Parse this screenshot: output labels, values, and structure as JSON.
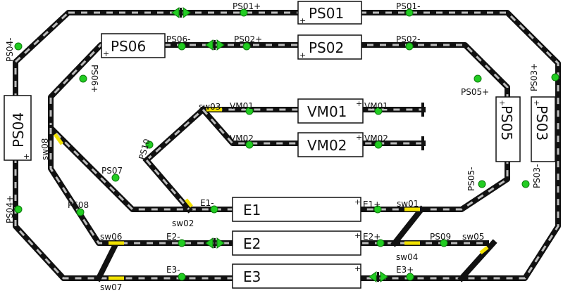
{
  "blocks": {
    "PS01": {
      "name": "PS01",
      "plus": "+"
    },
    "PS02": {
      "name": "PS02",
      "plus": "+"
    },
    "PS03": {
      "name": "PS03",
      "plus": "+"
    },
    "PS04": {
      "name": "PS04",
      "plus": "+"
    },
    "PS05": {
      "name": "PS05",
      "plus": "+"
    },
    "PS06": {
      "name": "PS06",
      "plus": "+"
    },
    "VM01": {
      "name": "VM01",
      "plus": "+"
    },
    "VM02": {
      "name": "VM02",
      "plus": "+"
    },
    "E1": {
      "name": "E1",
      "plus": "+"
    },
    "E2": {
      "name": "E2",
      "plus": "+"
    },
    "E3": {
      "name": "E3",
      "plus": "+"
    }
  },
  "sensors": {
    "ps01p": "PS01+",
    "ps01m": "PS01-",
    "ps02p": "PS02+",
    "ps02m": "PS02-",
    "ps03p": "PS03+",
    "ps03m": "PS03-",
    "ps04p": "PS04+",
    "ps04m": "PS04-",
    "ps05p": "PS05+",
    "ps05m": "PS05-",
    "ps06p": "PS06+",
    "ps06m": "PS06-",
    "ps07": "PS07",
    "ps08": "PS08",
    "ps09": "PS09",
    "ps10": "PS10",
    "vm01p": "VM01",
    "vm01m": "VM01",
    "vm02p": "VM02",
    "vm02m": "VM02",
    "e1p": "E1+",
    "e1m": "E1-",
    "e2p": "E2+",
    "e2m": "E2-",
    "e3p": "E3+",
    "e3m": "E3-"
  },
  "switches": {
    "sw01": "sw01",
    "sw02": "sw02",
    "sw03": "sw03",
    "sw04": "sw04",
    "sw05": "sw05",
    "sw06": "sw06",
    "sw07": "sw07",
    "sw08": "sw08"
  },
  "colors": {
    "track": "#111111",
    "tie": "#bdbdbd",
    "sensor": "#22cc22",
    "switch_active": "#f2e200",
    "signal": "#22cc22"
  }
}
